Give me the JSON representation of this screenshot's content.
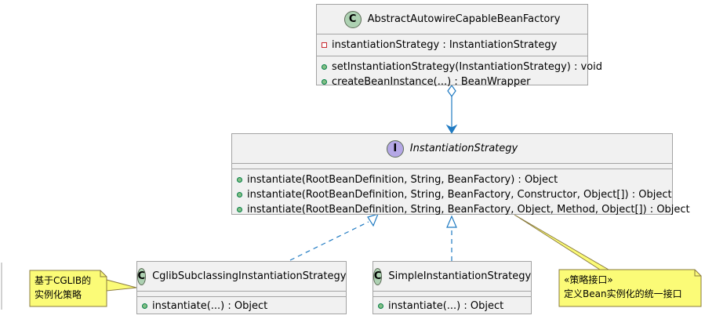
{
  "classes": {
    "factory": {
      "stereotype_letter": "C",
      "name": "AbstractAutowireCapableBeanFactory",
      "fields": [
        "instantiationStrategy : InstantiationStrategy"
      ],
      "methods": [
        "setInstantiationStrategy(InstantiationStrategy) : void",
        "createBeanInstance(...) : BeanWrapper"
      ]
    },
    "strategy": {
      "stereotype_letter": "I",
      "name": "InstantiationStrategy",
      "methods": [
        "instantiate(RootBeanDefinition, String, BeanFactory) : Object",
        "instantiate(RootBeanDefinition, String, BeanFactory, Constructor, Object[]) : Object",
        "instantiate(RootBeanDefinition, String, BeanFactory, Object, Method, Object[]) : Object"
      ]
    },
    "cglib": {
      "stereotype_letter": "C",
      "name": "CglibSubclassingInstantiationStrategy",
      "methods": [
        "instantiate(...) : Object"
      ]
    },
    "simple": {
      "stereotype_letter": "C",
      "name": "SimpleInstantiationStrategy",
      "methods": [
        "instantiate(...) : Object"
      ]
    }
  },
  "notes": {
    "cglib_note": [
      "基于CGLIB的",
      "实例化策略"
    ],
    "strategy_note": [
      "«策略接口»",
      "定义Bean实例化的统一接口"
    ]
  },
  "colors": {
    "class_fill": "#f1f1f1",
    "class_border": "#a3a3a3",
    "class_badge": "#add1b2",
    "interface_badge": "#b4a7e5",
    "note_fill": "#fbfb77",
    "arrow": "#1f7ac2",
    "note_line": "#8a7b3f"
  }
}
